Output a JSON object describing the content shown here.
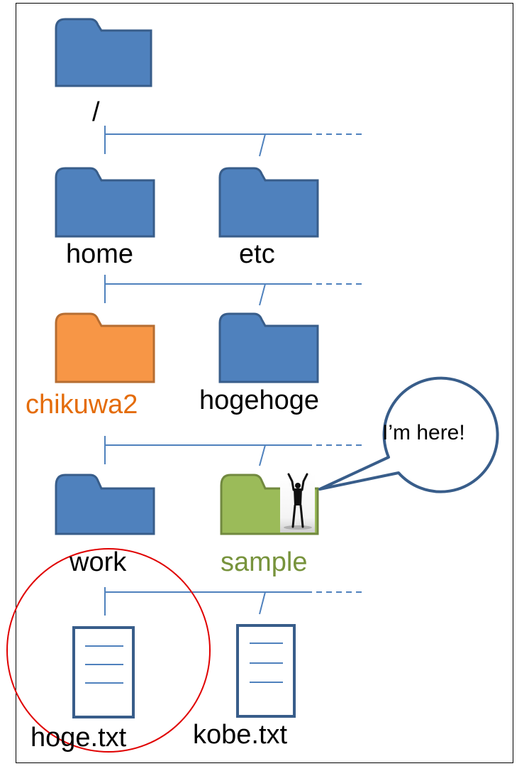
{
  "colors": {
    "folder_blue": "#4f81bd",
    "folder_blue_stroke": "#385d8a",
    "folder_orange": "#f79646",
    "folder_orange_stroke": "#b66d31",
    "folder_green": "#9bbb59",
    "folder_green_stroke": "#71893f",
    "label_orange": "#e46c0a",
    "label_green": "#77933c",
    "highlight_circle": "#e00000"
  },
  "nodes": {
    "root": {
      "label": "/",
      "icon": "folder-icon"
    },
    "home": {
      "label": "home",
      "icon": "folder-icon"
    },
    "etc": {
      "label": "etc",
      "icon": "folder-icon"
    },
    "chikuwa2": {
      "label": "chikuwa2",
      "icon": "folder-icon"
    },
    "hogehoge": {
      "label": "hogehoge",
      "icon": "folder-icon"
    },
    "work": {
      "label": "work",
      "icon": "folder-icon"
    },
    "sample": {
      "label": "sample",
      "icon": "folder-icon"
    },
    "hoge_txt": {
      "label": "hoge.txt",
      "icon": "text-file-icon"
    },
    "kobe_txt": {
      "label": "kobe.txt",
      "icon": "text-file-icon"
    }
  },
  "callout": {
    "text": "I’m here!",
    "icon": "person-arms-up-icon"
  }
}
